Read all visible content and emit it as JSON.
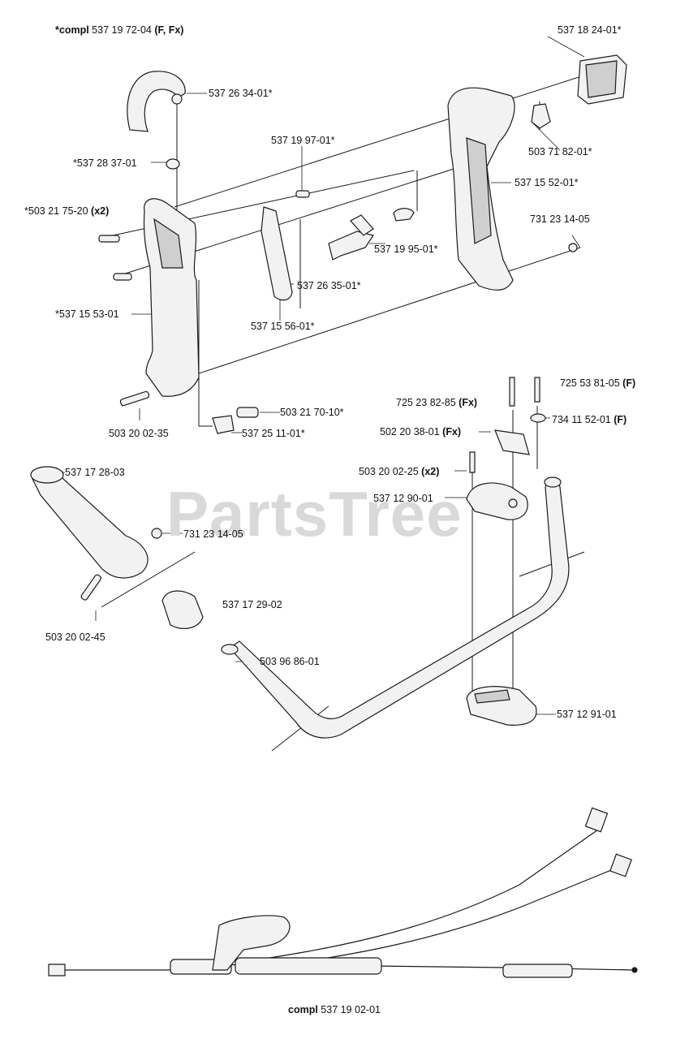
{
  "watermark": "PartsTree",
  "header": {
    "prefix": "*compl",
    "number": "537 19 72-04",
    "variants": "(F, Fx)"
  },
  "footer": {
    "prefix": "compl",
    "number": "537 19 02-01"
  },
  "parts": {
    "p1": "537 18 24-01*",
    "p2": "537 26 34-01*",
    "p3": "*537 28 37-01",
    "p4": "537 19 97-01*",
    "p5": "503 71 82-01*",
    "p6": "537 15 52-01*",
    "p7": "*503 21 75-20",
    "p7q": "(x2)",
    "p8": "731 23 14-05",
    "p9": "537 19 95-01*",
    "p10": "537 26 35-01*",
    "p11": "*537 15 53-01",
    "p12": "537 15 56-01*",
    "p13": "725 53 81-05",
    "p13q": "(F)",
    "p14": "725 23 82-85",
    "p14q": "(Fx)",
    "p15": "734 11 52-01",
    "p15q": "(F)",
    "p16": "503 21 70-10*",
    "p17": "503 20 02-35",
    "p18": "537 25 11-01*",
    "p19": "502 20 38-01",
    "p19q": "(Fx)",
    "p20": "503 20 02-25",
    "p20q": "(x2)",
    "p21": "537 17 28-03",
    "p22": "537 12 90-01",
    "p23": "731 23 14-05",
    "p24": "537 17 29-02",
    "p25": "503 20 02-45",
    "p26": "503 96 86-01",
    "p27": "537 12 91-01"
  },
  "colors": {
    "line": "#1a1a1a",
    "fill": "#f2f2f2",
    "shade": "#8a8a8a",
    "watermark": "#d9d9d9"
  }
}
